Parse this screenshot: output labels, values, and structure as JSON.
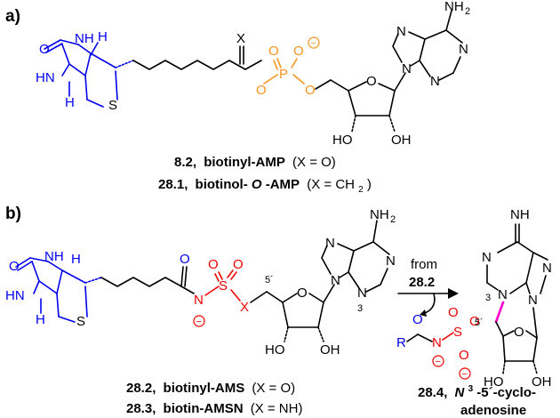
{
  "panels": [
    {
      "label": "a)",
      "caption_lines": [
        {
          "num": "8.2,",
          "name": "biotinyl-AMP",
          "tail": "(X = O)"
        },
        {
          "num": "28.1,",
          "name_a": "biotinol-",
          "name_i": "O",
          "name_b": "-AMP",
          "tail": "(X = CH",
          "sub": "2",
          "tail2": ")"
        }
      ]
    },
    {
      "label": "b)",
      "caption_lines": [
        {
          "num": "28.2,",
          "name": "biotinyl-AMS",
          "tail": "(X = O)"
        },
        {
          "num": "28.3,",
          "name": "biotin-AMSN",
          "tail": "(X = NH)"
        }
      ],
      "arrow_label_top": "from",
      "arrow_label_bottom": "28.2",
      "product_caption": {
        "num": "28.4,",
        "italic": "N",
        "sup": "3",
        "rest": "-5´-cyclo-",
        "line2": "adenosine"
      }
    }
  ],
  "atoms": {
    "O": "O",
    "N": "N",
    "NH": "NH",
    "HN": "HN",
    "H": "H",
    "S": "S",
    "P": "P",
    "X": "X",
    "NH2": "NH",
    "two": "2",
    "NHimine": "NH",
    "HO": "HO",
    "OH": "OH",
    "R": "R",
    "minus": "−",
    "three": "3",
    "five_prime": "5´"
  },
  "colors": {
    "biotin": "#0000ee",
    "phosphate": "#f7941d",
    "sulfamoyl": "#ee0000",
    "cyclo_bond": "#ff00cc",
    "ink": "#000000"
  }
}
